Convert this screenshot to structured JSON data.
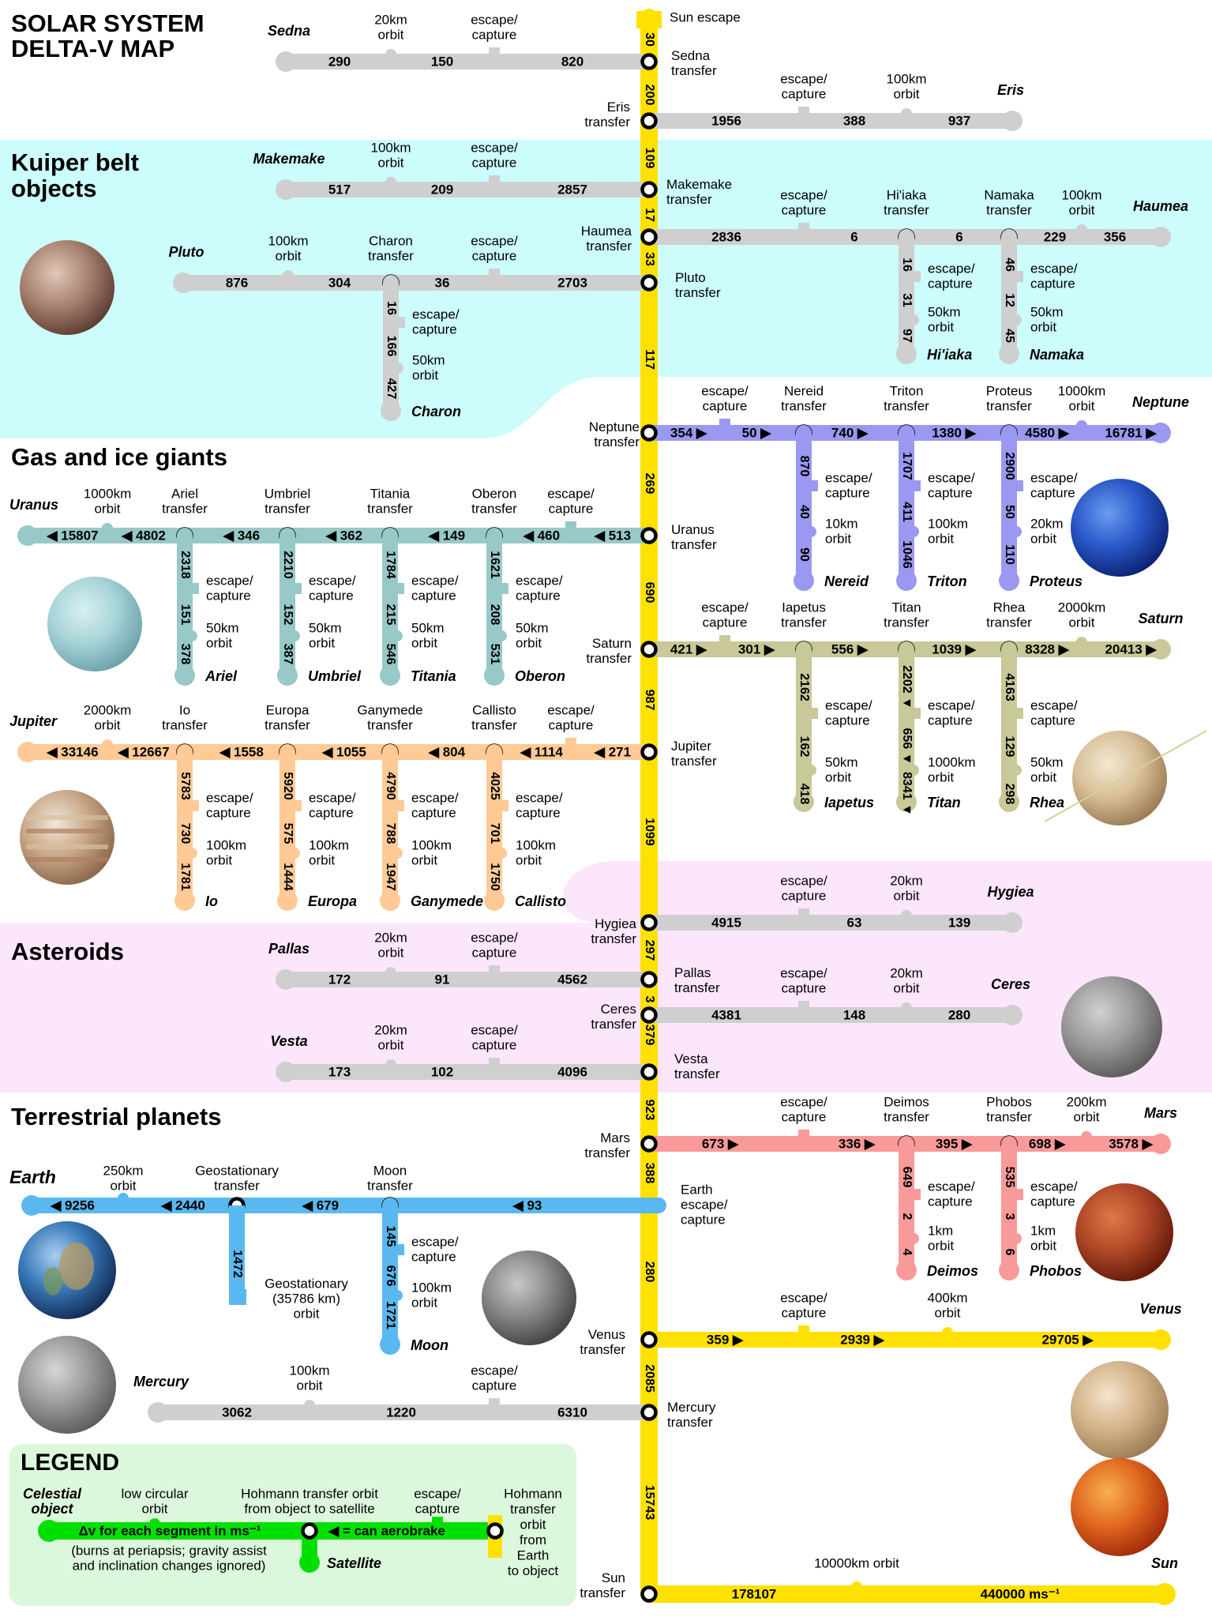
{
  "title": [
    "SOLAR SYSTEM",
    "DELTA-V MAP"
  ],
  "sections": {
    "kuiper": "Kuiper belt objects",
    "giants": "Gas and ice giants",
    "asteroids": "Asteroids",
    "terrestrial": "Terrestrial planets"
  },
  "colors": {
    "main_line": "#ffe100",
    "grey": "#cfcfcf",
    "teal": "#98c8c8",
    "orange": "#ffca96",
    "purple": "#9a98f0",
    "olive": "#c8c898",
    "red": "#f89a9a",
    "blue": "#5ab8f0",
    "green": "#00e000",
    "kuiper_bg": "#ccfcfc",
    "asteroid_bg": "#fce6fc",
    "legend_bg": "#dcf8dc"
  },
  "trunk": {
    "top_label": "Sun escape",
    "values": [
      "30",
      "200",
      "109",
      "17",
      "33",
      "117",
      "269",
      "690",
      "987",
      "1099",
      "297",
      "3",
      "379",
      "923",
      "388",
      "280",
      "2085",
      "15743"
    ]
  },
  "stations": {
    "sedna": [
      "Sedna",
      "transfer"
    ],
    "eris": [
      "Eris",
      "transfer"
    ],
    "makemake": [
      "Makemake",
      "transfer"
    ],
    "haumea": [
      "Haumea",
      "transfer"
    ],
    "pluto": [
      "Pluto",
      "transfer"
    ],
    "neptune": [
      "Neptune",
      "transfer"
    ],
    "uranus": [
      "Uranus",
      "transfer"
    ],
    "saturn": [
      "Saturn",
      "transfer"
    ],
    "jupiter": [
      "Jupiter",
      "transfer"
    ],
    "hygiea": [
      "Hygiea",
      "transfer"
    ],
    "pallas": [
      "Pallas",
      "transfer"
    ],
    "ceres": [
      "Ceres",
      "transfer"
    ],
    "vesta": [
      "Vesta",
      "transfer"
    ],
    "mars": [
      "Mars",
      "transfer"
    ],
    "earth": [
      "Earth",
      "escape/",
      "capture"
    ],
    "venus": [
      "Venus",
      "transfer"
    ],
    "mercury": [
      "Mercury",
      "transfer"
    ],
    "sun": [
      "Sun",
      "transfer"
    ]
  },
  "bodies": {
    "sedna": "Sedna",
    "eris": "Eris",
    "makemake": "Makemake",
    "haumea": "Haumea",
    "hiiaka": "Hi'iaka",
    "namaka": "Namaka",
    "pluto": "Pluto",
    "charon": "Charon",
    "neptune": "Neptune",
    "nereid": "Nereid",
    "triton": "Triton",
    "proteus": "Proteus",
    "uranus": "Uranus",
    "ariel": "Ariel",
    "umbriel": "Umbriel",
    "titania": "Titania",
    "oberon": "Oberon",
    "saturn": "Saturn",
    "iapetus": "Iapetus",
    "titan": "Titan",
    "rhea": "Rhea",
    "jupiter": "Jupiter",
    "io": "Io",
    "europa": "Europa",
    "ganymede": "Ganymede",
    "callisto": "Callisto",
    "hygiea": "Hygiea",
    "pallas": "Pallas",
    "ceres": "Ceres",
    "vesta": "Vesta",
    "mars": "Mars",
    "deimos": "Deimos",
    "phobos": "Phobos",
    "earth": "Earth",
    "moon": "Moon",
    "venus": "Venus",
    "mercury": "Mercury",
    "sun": "Sun"
  },
  "labels": {
    "escape": [
      "escape/",
      "capture"
    ],
    "orbit20": [
      "20km",
      "orbit"
    ],
    "orbit100": [
      "100km",
      "orbit"
    ],
    "orbit50": [
      "50km",
      "orbit"
    ],
    "orbit10": [
      "10km",
      "orbit"
    ],
    "orbit1": [
      "1km",
      "orbit"
    ],
    "orbit1000": [
      "1000km",
      "orbit"
    ],
    "orbit2000": [
      "2000km",
      "orbit"
    ],
    "orbit200": [
      "200km",
      "orbit"
    ],
    "orbit250": [
      "250km",
      "orbit"
    ],
    "orbit400": [
      "400km",
      "orbit"
    ],
    "orbit10000": "10000km orbit",
    "charon_transfer": [
      "Charon",
      "transfer"
    ],
    "hiiaka_transfer": [
      "Hi'iaka",
      "transfer"
    ],
    "namaka_transfer": [
      "Namaka",
      "transfer"
    ],
    "nereid_transfer": [
      "Nereid",
      "transfer"
    ],
    "triton_transfer": [
      "Triton",
      "transfer"
    ],
    "proteus_transfer": [
      "Proteus",
      "transfer"
    ],
    "ariel_transfer": [
      "Ariel",
      "transfer"
    ],
    "umbriel_transfer": [
      "Umbriel",
      "transfer"
    ],
    "titania_transfer": [
      "Titania",
      "transfer"
    ],
    "oberon_transfer": [
      "Oberon",
      "transfer"
    ],
    "iapetus_transfer": [
      "Iapetus",
      "transfer"
    ],
    "titan_transfer": [
      "Titan",
      "transfer"
    ],
    "rhea_transfer": [
      "Rhea",
      "transfer"
    ],
    "io_transfer": [
      "Io",
      "transfer"
    ],
    "europa_transfer": [
      "Europa",
      "transfer"
    ],
    "ganymede_transfer": [
      "Ganymede",
      "transfer"
    ],
    "callisto_transfer": [
      "Callisto",
      "transfer"
    ],
    "deimos_transfer": [
      "Deimos",
      "transfer"
    ],
    "phobos_transfer": [
      "Phobos",
      "transfer"
    ],
    "moon_transfer": [
      "Moon",
      "transfer"
    ],
    "geo_transfer": [
      "Geostationary",
      "transfer"
    ],
    "geo_orbit": [
      "Geostationary",
      "(35786 km)",
      "orbit"
    ]
  },
  "values": {
    "sedna": [
      "290",
      "150",
      "820"
    ],
    "eris": [
      "1956",
      "388",
      "937"
    ],
    "makemake": [
      "517",
      "209",
      "2857"
    ],
    "haumea": [
      "2836",
      "6",
      "6",
      "229",
      "356"
    ],
    "hiiaka": [
      "16",
      "31",
      "97"
    ],
    "namaka": [
      "46",
      "12",
      "45"
    ],
    "pluto": [
      "876",
      "304",
      "36",
      "2703"
    ],
    "charon": [
      "16",
      "166",
      "427"
    ],
    "neptune": [
      "354 ▶",
      "50 ▶",
      "740 ▶",
      "1380 ▶",
      "4580 ▶",
      "16781 ▶"
    ],
    "nereid": [
      "870",
      "40",
      "90"
    ],
    "triton": [
      "1707",
      "411",
      "1046"
    ],
    "proteus": [
      "2900",
      "50",
      "110"
    ],
    "uranus": [
      "◀ 15807",
      "◀ 4802",
      "◀ 346",
      "◀ 362",
      "◀ 149",
      "◀ 460",
      "◀ 513"
    ],
    "ariel": [
      "2318",
      "151",
      "378"
    ],
    "umbriel": [
      "2210",
      "152",
      "387"
    ],
    "titania": [
      "1784",
      "215",
      "546"
    ],
    "oberon": [
      "1621",
      "208",
      "531"
    ],
    "saturn": [
      "421 ▶",
      "301 ▶",
      "556 ▶",
      "1039 ▶",
      "8328 ▶",
      "20413 ▶"
    ],
    "iapetus": [
      "2162",
      "162",
      "418"
    ],
    "titan": [
      "2202 ▼",
      "656 ▼",
      "8341 ▼"
    ],
    "rhea": [
      "4163",
      "129",
      "298"
    ],
    "jupiter": [
      "◀ 33146",
      "◀ 12667",
      "◀ 1558",
      "◀ 1055",
      "◀ 804",
      "◀ 1114",
      "◀ 271"
    ],
    "io": [
      "5783",
      "730",
      "1781"
    ],
    "europa": [
      "5920",
      "575",
      "1444"
    ],
    "ganymede": [
      "4790",
      "788",
      "1947"
    ],
    "callisto": [
      "4025",
      "701",
      "1750"
    ],
    "hygiea": [
      "4915",
      "63",
      "139"
    ],
    "pallas": [
      "172",
      "91",
      "4562"
    ],
    "ceres": [
      "4381",
      "148",
      "280"
    ],
    "vesta": [
      "173",
      "102",
      "4096"
    ],
    "mars": [
      "673 ▶",
      "336 ▶",
      "395 ▶",
      "698 ▶",
      "3578 ▶"
    ],
    "deimos": [
      "649",
      "2",
      "4"
    ],
    "phobos": [
      "535",
      "3",
      "6"
    ],
    "earth": [
      "◀ 9256",
      "◀ 2440",
      "◀ 679",
      "◀ 93"
    ],
    "geo": "1472",
    "moon": [
      "145",
      "676",
      "1721"
    ],
    "venus": [
      "359 ▶",
      "2939 ▶",
      "29705 ▶"
    ],
    "mercury": [
      "3062",
      "1220",
      "6310"
    ],
    "sun": [
      "178107",
      "440000 ms⁻¹"
    ]
  },
  "legend": {
    "title": "LEGEND",
    "celestial": [
      "Celestial",
      "object"
    ],
    "low_orbit": [
      "low circular",
      "orbit"
    ],
    "hohmann_sat": [
      "Hohmann transfer orbit",
      "from object to satellite"
    ],
    "escape": [
      "escape/",
      "capture"
    ],
    "hohmann_obj": [
      "Hohmann",
      "transfer",
      "orbit",
      "from",
      "Earth",
      "to object"
    ],
    "dv_text": "Δv for each segment in ms⁻¹",
    "aero_text": "◀ = can aerobrake",
    "note": [
      "(burns at periapsis; gravity assist",
      "and inclination changes ignored)"
    ],
    "satellite": "Satellite"
  }
}
